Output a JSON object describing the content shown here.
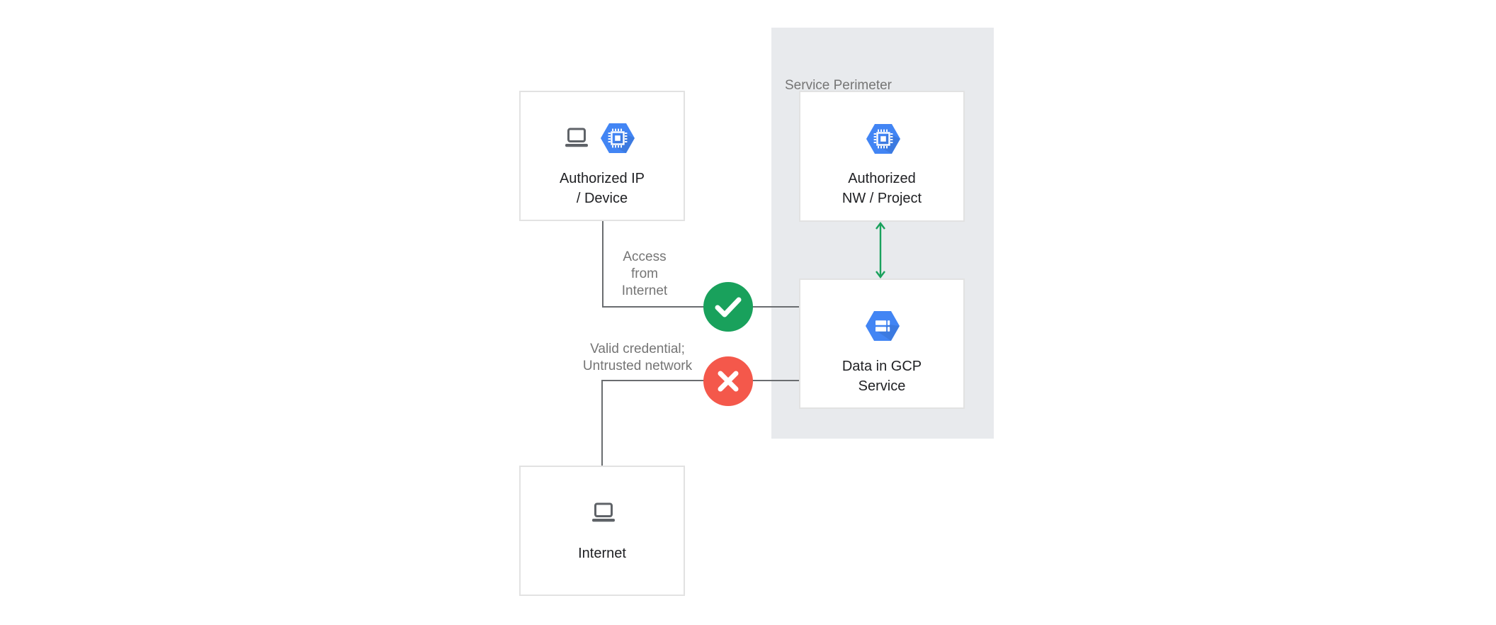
{
  "perimeter": {
    "label": "Service Perimeter"
  },
  "nodes": {
    "authorized_ip_device": {
      "line1": "Authorized IP",
      "line2": "/ Device"
    },
    "authorized_nw_project": {
      "line1": "Authorized",
      "line2": "NW / Project"
    },
    "data_in_gcp_service": {
      "line1": "Data in GCP",
      "line2": "Service"
    },
    "internet": {
      "line1": "Internet"
    }
  },
  "annotations": {
    "access_from_internet": {
      "line1": "Access",
      "line2": "from",
      "line3": "Internet"
    },
    "valid_credential": {
      "line1": "Valid credential;",
      "line2": "Untrusted network"
    }
  },
  "icons": {
    "laptop": "laptop-icon",
    "compute_hexagon": "gcp-hexagon-chip-icon",
    "storage_hexagon": "gcp-hexagon-storage-icon",
    "check": "check-icon",
    "cross": "x-icon",
    "double_arrow": "double-arrow-icon"
  },
  "colors": {
    "panel_bg": "#E8EAED",
    "box_bg": "#FFFFFF",
    "box_border": "#E2E2E2",
    "line": "#6A6D70",
    "green": "#19A15C",
    "red": "#F4584B",
    "blue": "#4285F4",
    "label_text": "#202124",
    "muted_text": "#757575",
    "icon_gray": "#5F6368"
  }
}
